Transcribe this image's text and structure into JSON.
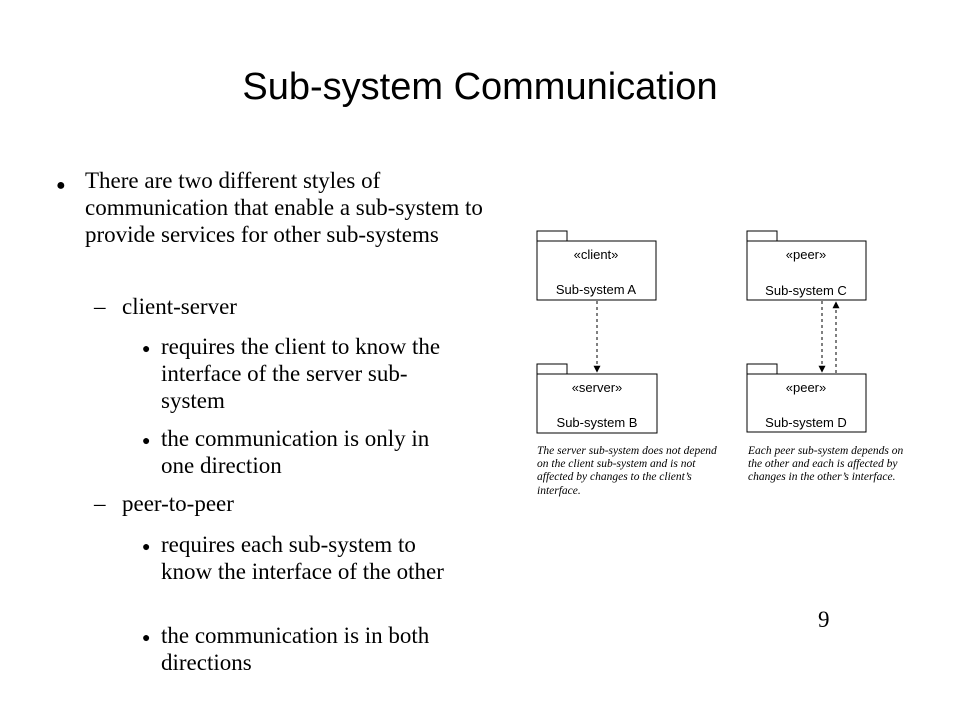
{
  "slide": {
    "title": "Sub-system Communication",
    "page_number": "9",
    "bullet_glyph": "●",
    "dash_glyph": "–"
  },
  "content": {
    "intro": "There are two different styles of communication that enable a sub-system to provide services for other sub-systems",
    "styles": [
      {
        "name": "client-server",
        "points": [
          "requires the client to know the interface of the server sub-system",
          "the communication is only in one direction"
        ]
      },
      {
        "name": "peer-to-peer",
        "points": [
          "requires each sub-system to know the interface of the other",
          "the communication is in both directions"
        ]
      }
    ]
  },
  "diagram": {
    "packages": [
      {
        "stereotype": "«client»",
        "name": "Sub-system A"
      },
      {
        "stereotype": "«server»",
        "name": "Sub-system B"
      },
      {
        "stereotype": "«peer»",
        "name": "Sub-system C"
      },
      {
        "stereotype": "«peer»",
        "name": "Sub-system D"
      }
    ],
    "captions": {
      "left": "The server sub-system does not depend on the client sub-system and is not affected by changes to the client’s interface.",
      "right": "Each peer sub-system depends on the other and each is affected by changes in the other’s interface."
    }
  }
}
